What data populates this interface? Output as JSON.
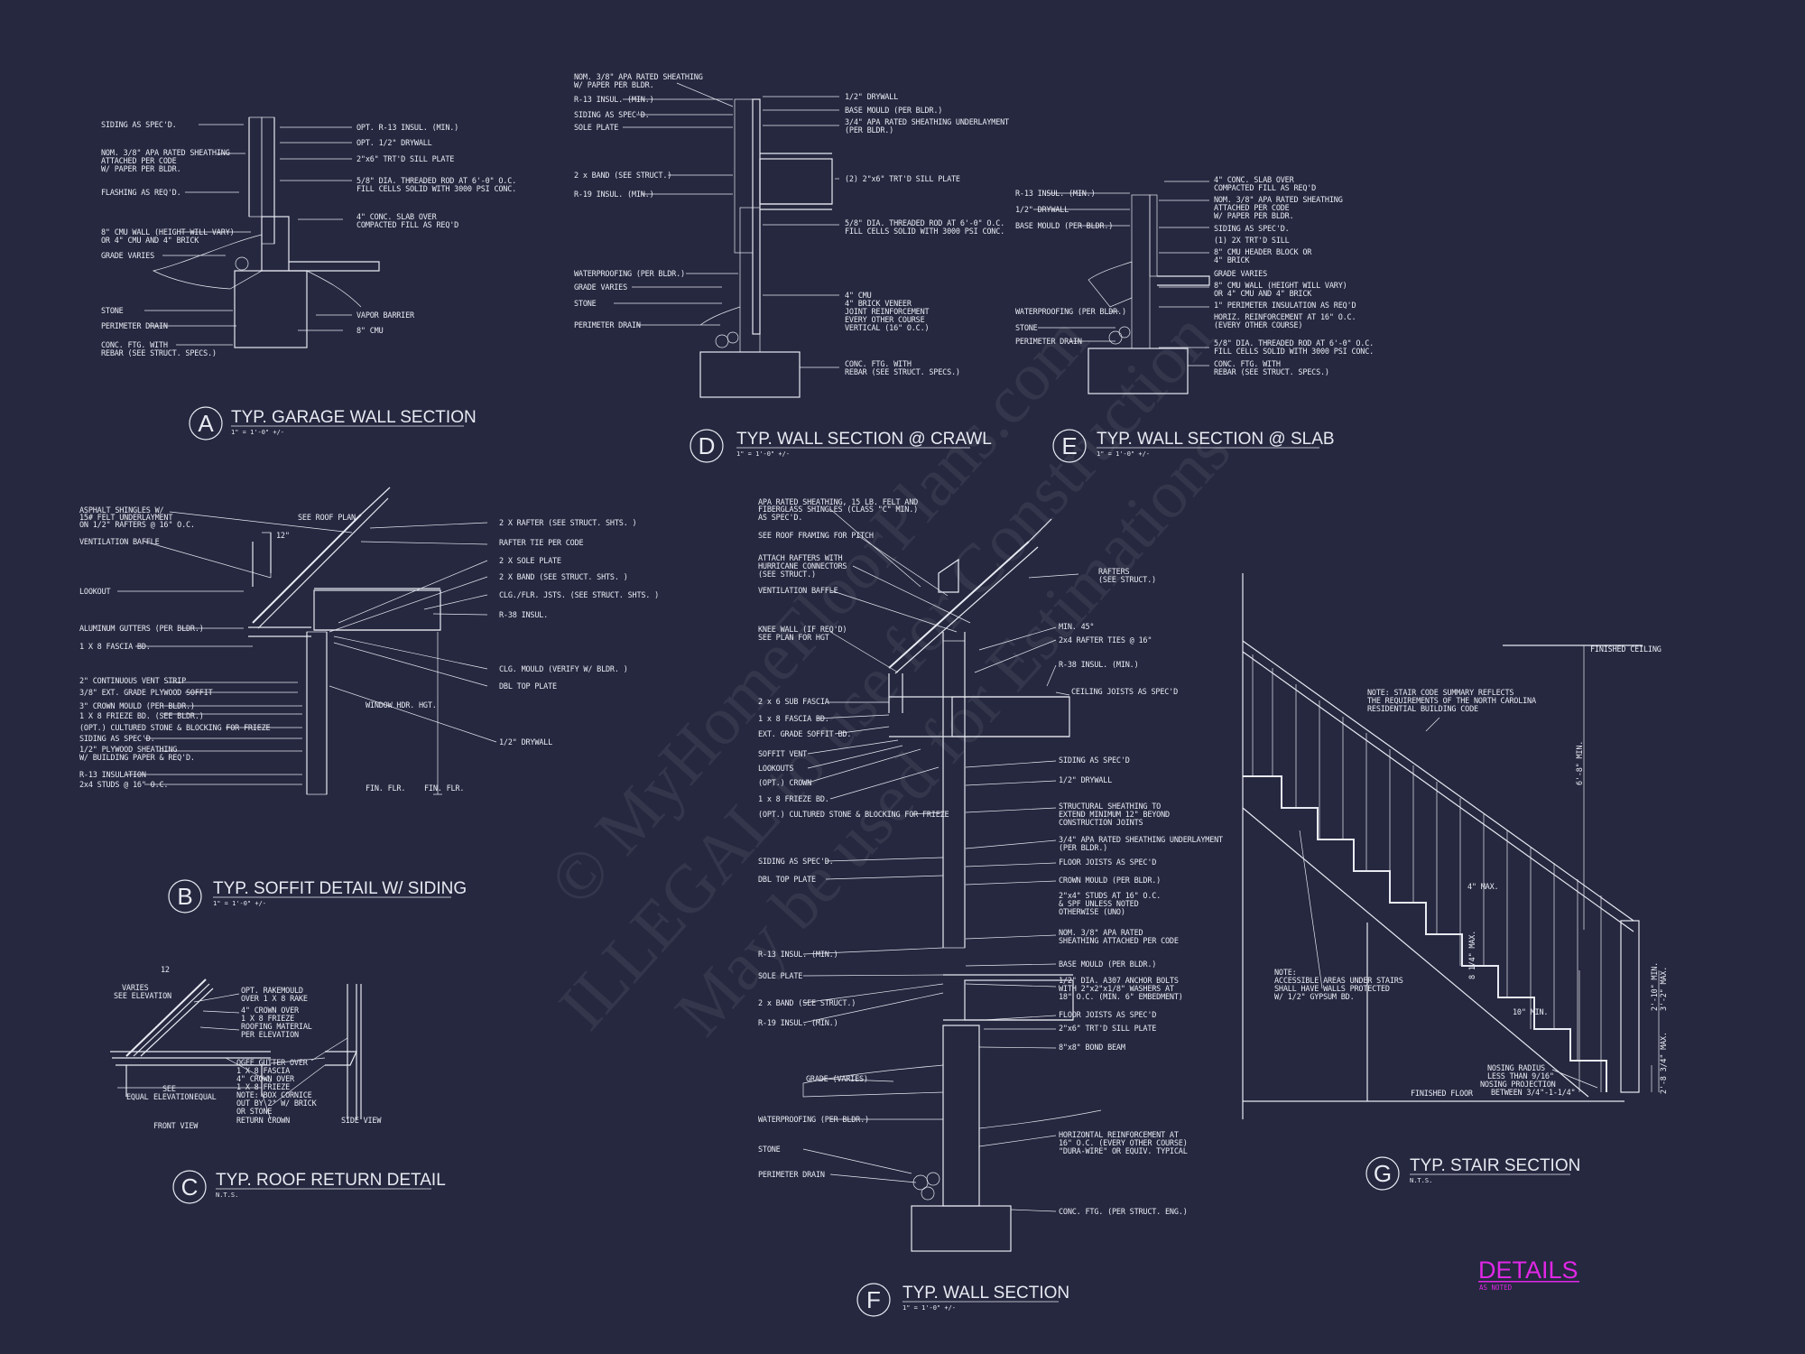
{
  "watermark": {
    "line1": "© MyHomeFloorPlans.com",
    "line2": "ILLEGAL to use for Construction",
    "line3": "May be used for Estimations"
  },
  "sheet": {
    "title": "DETAILS",
    "scale": "AS NOTED",
    "accent_color": "#e027e6"
  },
  "details": {
    "a": {
      "letter": "A",
      "title": "TYP. GARAGE WALL SECTION",
      "scale": "1\" = 1'-0\" +/-",
      "labels": [
        "SIDING AS SPEC'D.",
        "NOM. 3/8\" APA RATED SHEATHING",
        "ATTACHED PER CODE",
        "W/ PAPER PER BLDR.",
        "FLASHING AS REQ'D.",
        "8\" CMU WALL (HEIGHT WILL VARY)",
        "OR 4\" CMU AND 4\" BRICK",
        "GRADE VARIES",
        "STONE",
        "PERIMETER DRAIN",
        "CONC. FTG. WITH",
        "REBAR (SEE STRUCT. SPECS.)",
        "OPT. R-13 INSUL. (MIN.)",
        "OPT. 1/2\" DRYWALL",
        "2\"x6\" TRT'D SILL PLATE",
        "5/8\" DIA. THREADED ROD AT 6'-0\" O.C.",
        "FILL CELLS SOLID WITH 3000 PSI CONC.",
        "4\" CONC. SLAB OVER",
        "COMPACTED FILL AS REQ'D",
        "VAPOR BARRIER",
        "8\" CMU"
      ]
    },
    "b": {
      "letter": "B",
      "title": "TYP. SOFFIT DETAIL W/ SIDING",
      "scale": "1\" = 1'-0\" +/-",
      "labels": [
        "ASPHALT SHINGLES W/",
        "15# FELT UNDERLAYMENT",
        "ON 1/2\" RAFTERS @ 16\" O.C.",
        "VENTILATION BAFFLE",
        "LOOKOUT",
        "ALUMINUM GUTTERS (PER BLDR.)",
        "1 X 8 FASCIA BD.",
        "2\" CONTINUOUS VENT STRIP",
        "3/8\" EXT. GRADE PLYWOOD SOFFIT",
        "3\" CROWN MOULD (PER BLDR.)",
        "1 X 8 FRIEZE BD. (SEE BLDR.)",
        "(OPT.) CULTURED STONE & BLOCKING FOR FRIEZE",
        "SIDING AS SPEC'D.",
        "1/2\" PLYWOOD SHEATHING",
        "W/ BUILDING PAPER & REQ'D.",
        "R-13 INSULATION",
        "2x4 STUDS @ 16\" O.C.",
        "SEE ROOF PLAN",
        "2 X RAFTER (SEE STRUCT. SHTS. )",
        "RAFTER TIE PER CODE",
        "2 X SOLE PLATE",
        "2 X BAND (SEE STRUCT. SHTS. )",
        "CLG./FLR. JSTS. (SEE STRUCT. SHTS. )",
        "R-38 INSUL.",
        "CLG. MOULD (VERIFY W/ BLDR. )",
        "DBL TOP PLATE",
        "1/2\" DRYWALL",
        "WINDOW HDR. HGT.",
        "FIN. FLR.",
        "12\""
      ]
    },
    "c": {
      "letter": "C",
      "title": "TYP. ROOF RETURN DETAIL",
      "scale": "N.T.S.",
      "labels": [
        "VARIES",
        "SEE ELEVATION",
        "OPT. RAKEMOULD",
        "OVER 1 X 8 RAKE",
        "4\" CROWN OVER",
        "1 X 8 FRIEZE",
        "ROOFING MATERIAL",
        "PER ELEVATION",
        "OGEE GUTTER OVER",
        "1 X 8 FASCIA",
        "4\" CROWN OVER",
        "1 X 8 FRIEZE",
        "NOTE: BOX CORNICE",
        "OUT BY 2\" W/ BRICK",
        "OR STONE",
        "RETURN CROWN",
        "FRONT VIEW",
        "SIDE VIEW",
        "EQUAL",
        "EQUAL",
        "ELEVATION",
        "SEE",
        "12"
      ]
    },
    "d": {
      "letter": "D",
      "title": "TYP. WALL SECTION @ CRAWL",
      "scale": "1\" = 1'-0\" +/-",
      "labels": [
        "NOM. 3/8\" APA RATED SHEATHING",
        "W/ PAPER PER BLDR.",
        "R-13 INSUL. (MIN.)",
        "SIDING AS SPEC'D.",
        "SOLE PLATE",
        "2 x BAND (SEE STRUCT.)",
        "R-19 INSUL. (MIN.)",
        "WATERPROOFING (PER BLDR.)",
        "GRADE VARIES",
        "STONE",
        "PERIMETER DRAIN",
        "1/2\" DRYWALL",
        "BASE MOULD (PER BLDR.)",
        "3/4\" APA RATED SHEATHING UNDERLAYMENT",
        "(PER BLDR.)",
        "(2) 2\"x6\" TRT'D SILL PLATE",
        "5/8\" DIA. THREADED ROD AT 6'-0\" O.C.",
        "FILL CELLS SOLID WITH 3000 PSI CONC.",
        "4\" CMU",
        "4\" BRICK VENEER",
        "JOINT REINFORCEMENT",
        "EVERY OTHER COURSE",
        "VERTICAL (16\" O.C.)",
        "CONC. FTG. WITH",
        "REBAR (SEE STRUCT. SPECS.)"
      ]
    },
    "e": {
      "letter": "E",
      "title": "TYP. WALL SECTION @ SLAB",
      "scale": "1\" = 1'-0\" +/-",
      "labels": [
        "R-13 INSUL. (MIN.)",
        "1/2\" DRYWALL",
        "BASE MOULD (PER BLDR.)",
        "WATERPROOFING (PER BLDR.)",
        "STONE",
        "PERIMETER DRAIN",
        "4\" CONC. SLAB OVER",
        "COMPACTED FILL AS REQ'D",
        "NOM. 3/8\" APA RATED SHEATHING",
        "ATTACHED PER CODE",
        "W/ PAPER PER BLDR.",
        "SIDING AS SPEC'D.",
        "(1) 2X TRT'D SILL",
        "8\" CMU HEADER BLOCK OR",
        "4\" BRICK",
        "GRADE VARIES",
        "8\" CMU WALL (HEIGHT WILL VARY)",
        "OR 4\" CMU AND 4\" BRICK",
        "1\" PERIMETER INSULATION AS REQ'D",
        "HORIZ. REINFORCEMENT AT 16\" O.C.",
        "(EVERY OTHER COURSE)",
        "5/8\" DIA. THREADED ROD AT 6'-0\" O.C.",
        "FILL CELLS SOLID WITH 3000 PSI CONC.",
        "CONC. FTG. WITH",
        "REBAR (SEE STRUCT. SPECS.)"
      ]
    },
    "f": {
      "letter": "F",
      "title": "TYP. WALL SECTION",
      "scale": "1\" = 1'-0\" +/-",
      "labels": [
        "APA RATED SHEATHING, 15 LB. FELT AND",
        "FIBERGLASS SHINGLES (CLASS \"C\" MIN.)",
        "AS SPEC'D.",
        "SEE ROOF FRAMING FOR PITCH",
        "ATTACH RAFTERS WITH",
        "HURRICANE CONNECTORS",
        "(SEE STRUCT.)",
        "VENTILATION BAFFLE",
        "KNEE WALL (IF REQ'D)",
        "SEE PLAN FOR HGT",
        "2 x 6 SUB FASCIA",
        "1 x 8 FASCIA BD.",
        "EXT. GRADE SOFFIT BD.",
        "SOFFIT VENT",
        "LOOKOUTS",
        "(OPT.) CROWN",
        "1 x 8 FRIEZE BD.",
        "(OPT.) CULTURED STONE & BLOCKING FOR FRIEZE",
        "SIDING AS SPEC'D.",
        "DBL TOP PLATE",
        "R-13 INSUL. (MIN.)",
        "SOLE PLATE",
        "2 x BAND (SEE STRUCT.)",
        "R-19 INSUL. (MIN.)",
        "GRADE (VARIES)",
        "WATERPROOFING (PER BLDR.)",
        "STONE",
        "PERIMETER DRAIN",
        "RAFTERS",
        "(SEE STRUCT.)",
        "MIN. 45°",
        "2x4 RAFTER TIES @ 16\"",
        "R-38 INSUL. (MIN.)",
        "CEILING JOISTS AS SPEC'D",
        "SIDING AS SPEC'D",
        "1/2\" DRYWALL",
        "STRUCTURAL SHEATHING TO",
        "EXTEND MINIMUM 12\" BEYOND",
        "CONSTRUCTION JOINTS",
        "3/4\" APA RATED SHEATHING UNDERLAYMENT",
        "(PER BLDR.)",
        "FLOOR JOISTS AS SPEC'D",
        "CROWN MOULD (PER BLDR.)",
        "2\"x4\" STUDS AT 16\" O.C.",
        "& SPF UNLESS NOTED",
        "OTHERWISE (UNO)",
        "NOM. 3/8\" APA RATED",
        "SHEATHING ATTACHED PER CODE",
        "BASE MOULD (PER BLDR.)",
        "1/2\" DIA. A307 ANCHOR BOLTS",
        "WITH 2\"x2\"x1/8\" WASHERS AT",
        "18\" O.C. (MIN. 6\" EMBEDMENT)",
        "FLOOR JOISTS AS SPEC'D",
        "2\"x6\" TRT'D SILL PLATE",
        "8\"x8\" BOND BEAM",
        "HORIZONTAL REINFORCEMENT AT",
        "16\" O.C. (EVERY OTHER COURSE)",
        "\"DURA-WIRE\" OR EQUIV. TYPICAL",
        "CONC. FTG. (PER STRUCT. ENG.)"
      ]
    },
    "g": {
      "letter": "G",
      "title": "TYP. STAIR SECTION",
      "scale": "N.T.S.",
      "labels": [
        "FINISHED CEILING",
        "NOTE: STAIR CODE SUMMARY REFLECTS",
        "THE REQUIREMENTS OF THE NORTH CAROLINA",
        "RESIDENTIAL BUILDING CODE",
        "NOTE:",
        "ACCESSIBLE AREAS UNDER STAIRS",
        "SHALL HAVE WALLS PROTECTED",
        "W/ 1/2\" GYPSUM BD.",
        "NOSING RADIUS",
        "LESS THAN 9/16\"",
        "NOSING PROJECTION",
        "BETWEEN 3/4\"-1-1/4\"",
        "FINISHED FLOOR",
        "6'-8\" MIN.",
        "4\" MAX.",
        "8 1/4\" MAX.",
        "10\" MIN.",
        "2'-10\" MIN.",
        "3'-2\" MAX.",
        "2'-8 3/4\" MAX."
      ]
    }
  }
}
